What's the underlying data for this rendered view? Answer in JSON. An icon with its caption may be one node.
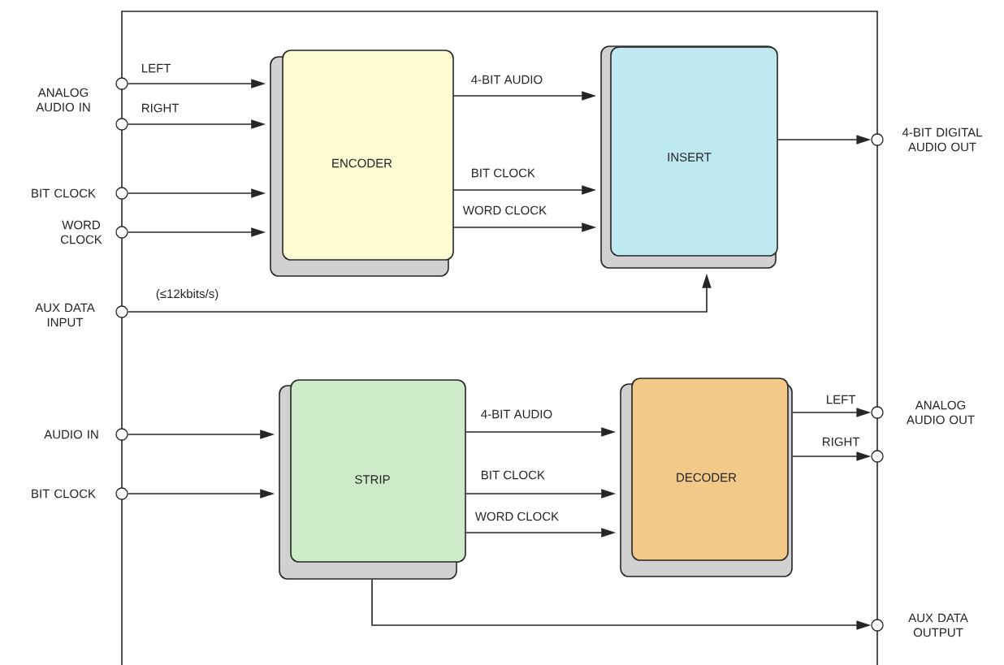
{
  "diagram": {
    "nodes": [
      {
        "text": [
          "ENCODER"
        ]
      },
      {
        "text": [
          "INSERT"
        ]
      },
      {
        "text": [
          "STRIP"
        ]
      },
      {
        "text": [
          "DECODER"
        ]
      },
      {
        "text": [],
        "shape": "circle"
      },
      {
        "text": [],
        "shape": "circle"
      },
      {
        "text": [],
        "shape": "circle",
        "beside": [
          "BIT CLOCK"
        ]
      },
      {
        "text": [],
        "shape": "circle",
        "beside": [
          "WORD CLOCK"
        ]
      },
      {
        "text": [],
        "shape": "circle",
        "beside": [
          "AUX DATA INPUT"
        ]
      },
      {
        "text": [],
        "shape": "circle",
        "beside": [
          "AUDIO IN"
        ]
      },
      {
        "text": [],
        "shape": "circle",
        "beside": [
          "BIT CLOCK"
        ]
      },
      {
        "text": [],
        "shape": "circle",
        "beside": [
          "4-BIT DIGITAL AUDIO OUT"
        ]
      },
      {
        "text": [],
        "shape": "circle"
      },
      {
        "text": [],
        "shape": "circle"
      },
      {
        "text": [],
        "shape": "circle",
        "beside": [
          "AUX DATA OUTPUT"
        ]
      }
    ],
    "edges": [
      {
        "from": 4,
        "to": 0,
        "arrow": "to",
        "label": "LEFT"
      },
      {
        "from": 5,
        "to": 0,
        "arrow": "to",
        "label": "RIGHT"
      },
      {
        "from": 6,
        "to": 0,
        "arrow": "to"
      },
      {
        "from": 7,
        "to": 0,
        "arrow": "to"
      },
      {
        "from": 0,
        "to": 1,
        "arrow": "to",
        "label": "4-BIT AUDIO"
      },
      {
        "from": 0,
        "to": 1,
        "arrow": "to",
        "label": "BIT CLOCK"
      },
      {
        "from": 0,
        "to": 1,
        "arrow": "to",
        "label": "WORD CLOCK"
      },
      {
        "from": 8,
        "to": 1,
        "arrow": "to",
        "label": "(≤12kbits/s)"
      },
      {
        "from": 1,
        "to": 11,
        "arrow": "to"
      },
      {
        "from": 9,
        "to": 2,
        "arrow": "to"
      },
      {
        "from": 10,
        "to": 2,
        "arrow": "to"
      },
      {
        "from": 2,
        "to": 3,
        "arrow": "to",
        "label": "4-BIT AUDIO"
      },
      {
        "from": 2,
        "to": 3,
        "arrow": "to",
        "label": "BIT CLOCK"
      },
      {
        "from": 2,
        "to": 3,
        "arrow": "to",
        "label": "WORD CLOCK"
      },
      {
        "from": 3,
        "to": 12,
        "arrow": "to",
        "label": "LEFT"
      },
      {
        "from": 3,
        "to": 13,
        "arrow": "to",
        "label": "RIGHT"
      },
      {
        "from": 2,
        "to": 14,
        "arrow": "to"
      }
    ],
    "labels": [
      "ANALOG AUDIO IN",
      "ANALOG AUDIO OUT"
    ]
  }
}
